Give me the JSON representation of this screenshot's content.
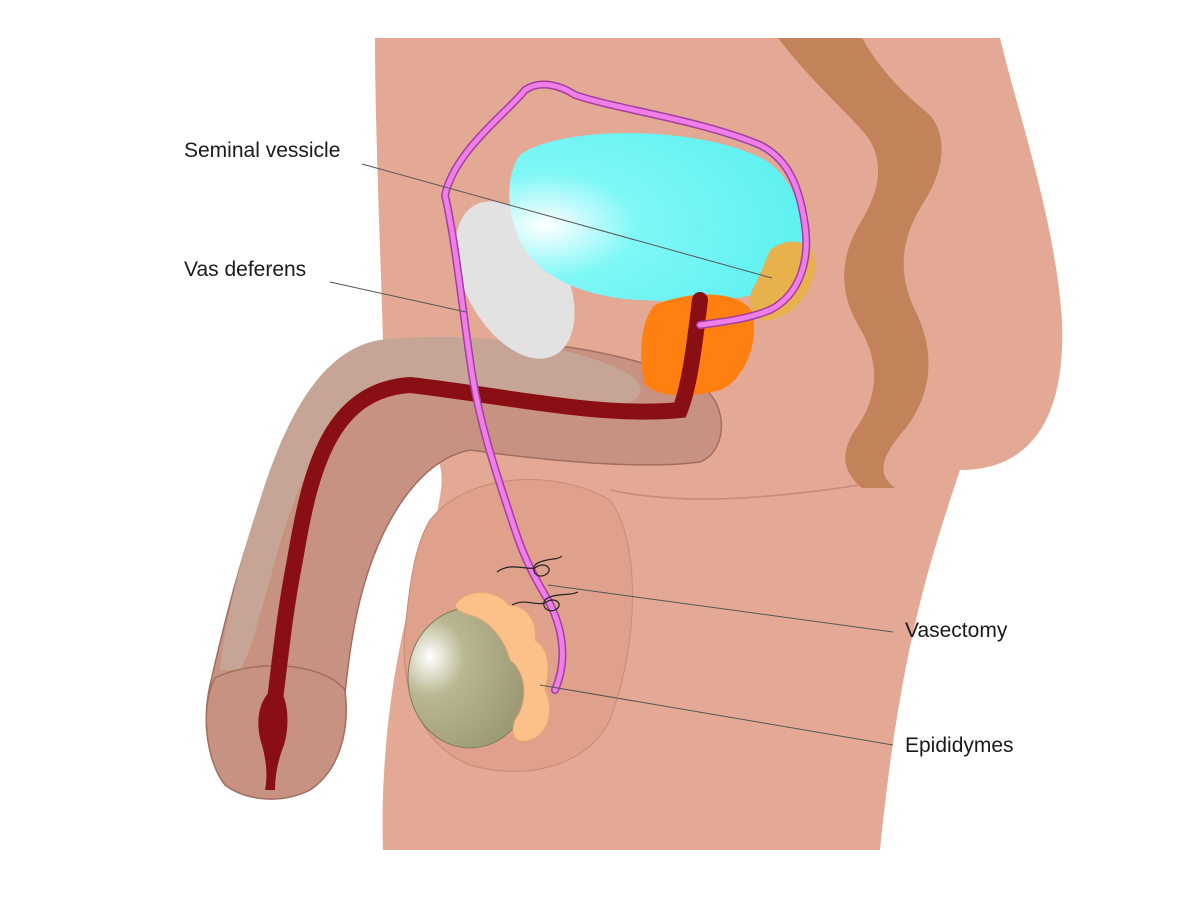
{
  "labels": {
    "seminal_vesicle": "Seminal vessicle",
    "vas_deferens": "Vas deferens",
    "vasectomy": "Vasectomy",
    "epididymes": "Epididymes"
  },
  "colors": {
    "skin": "#e3a994",
    "skin_shadow": "#d99883",
    "rectum": "#c2825a",
    "bladder": "#6ff5f5",
    "prostate": "#ff7f10",
    "seminal_vesicle": "#e7b24b",
    "vas_deferens": "#f07ee8",
    "urethra": "#8a0f14",
    "pubic_bone": "#e2e2e2",
    "corpus": "#c6a596",
    "testis": "#b3b08a",
    "epididymis": "#fbc189"
  }
}
